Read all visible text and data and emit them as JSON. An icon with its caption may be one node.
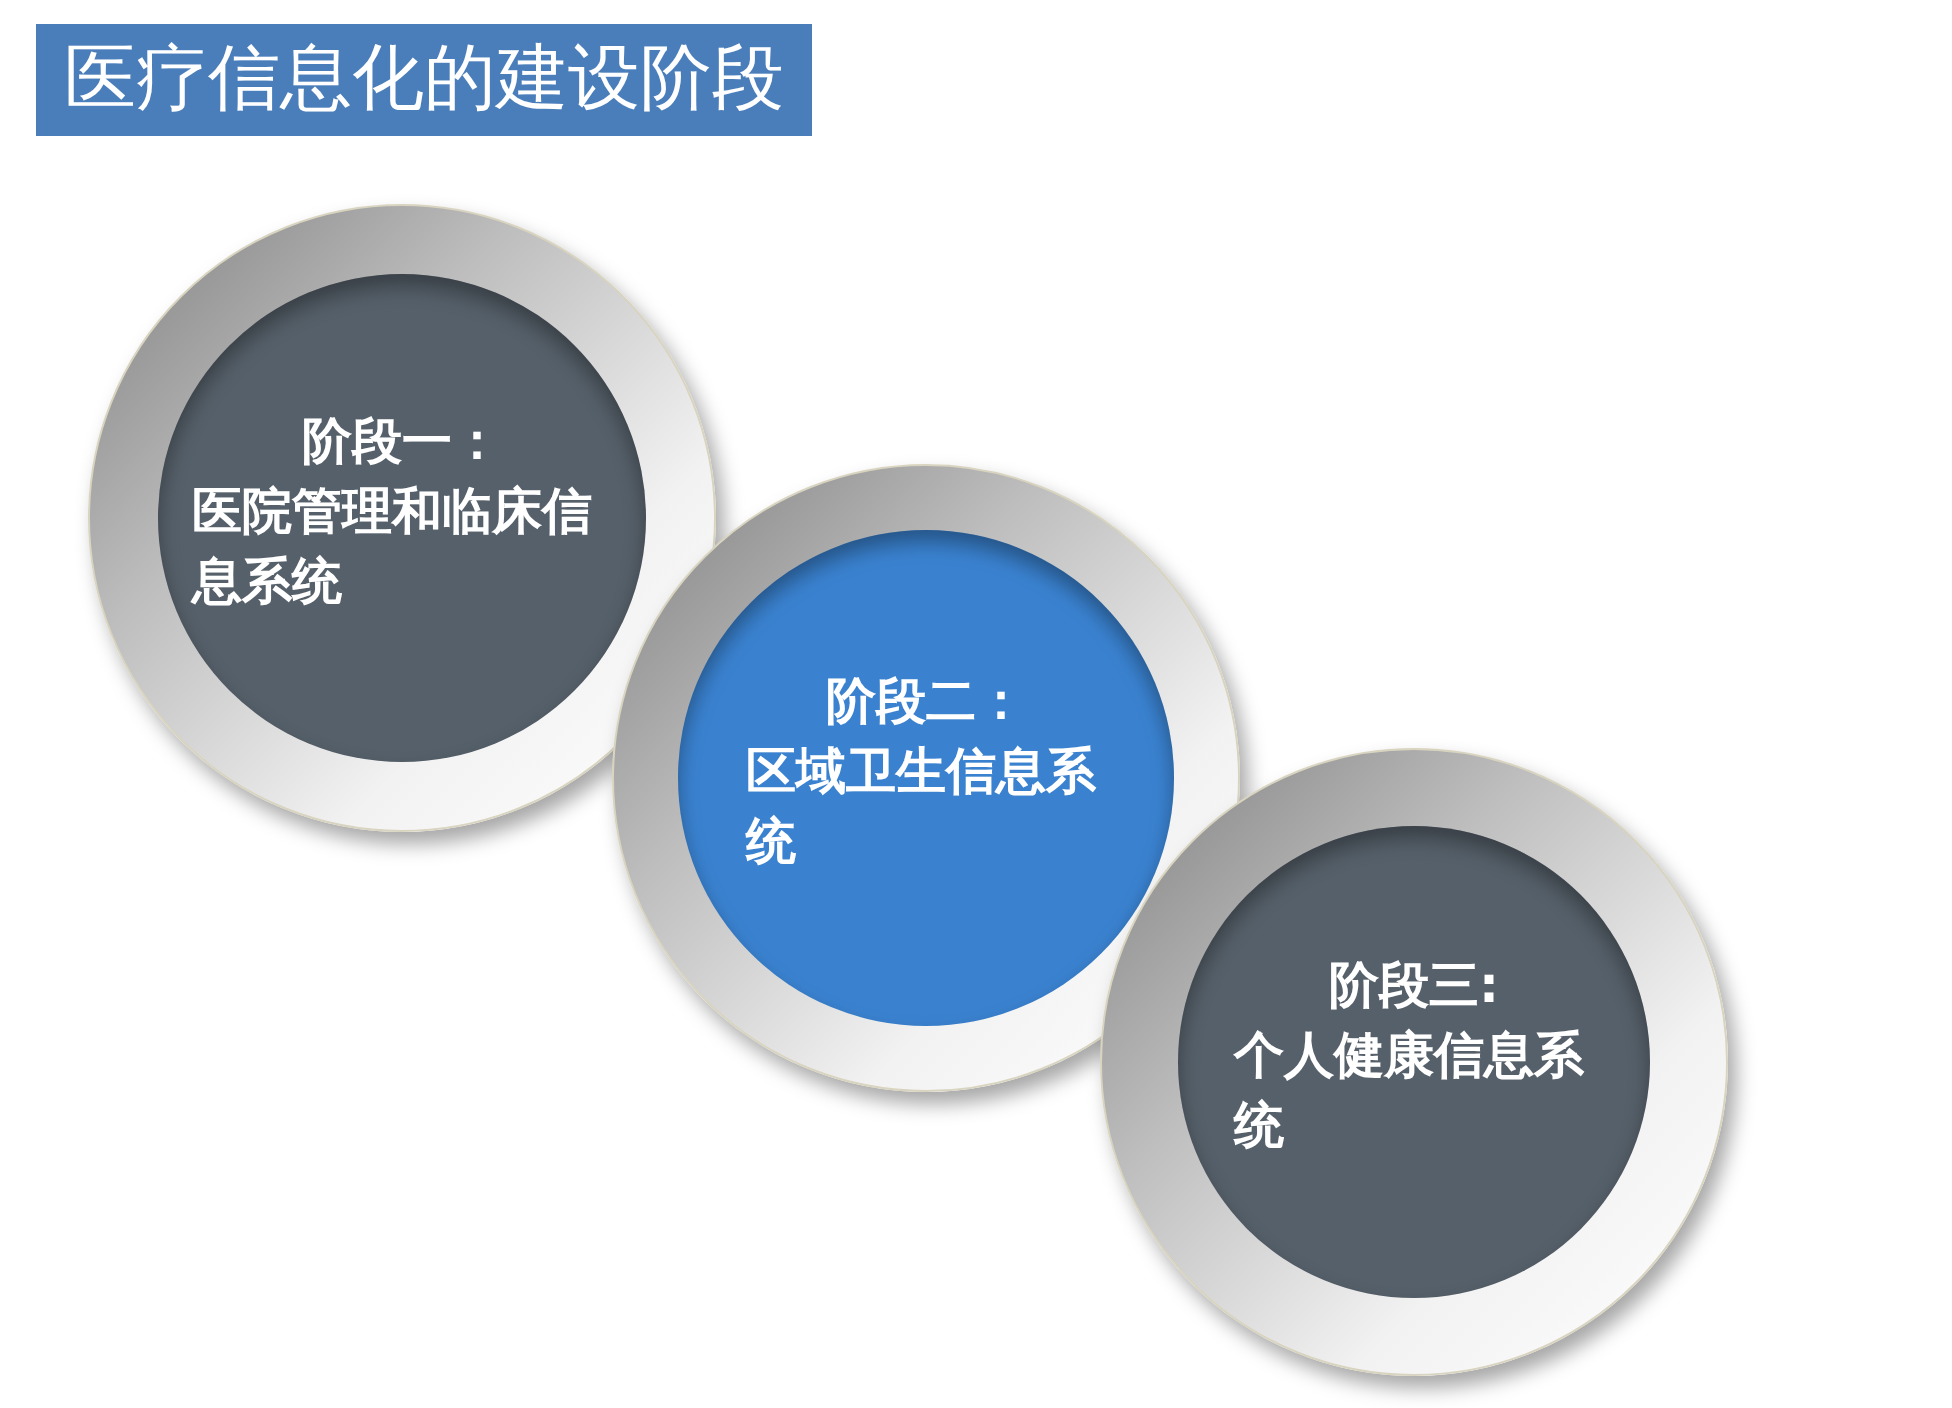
{
  "diagram": {
    "title": "医疗信息化的建设阶段",
    "nodes": [
      {
        "text": [
          "阶段一：",
          "医院管理和临床信息系统"
        ]
      },
      {
        "text": [
          "阶段二：",
          "区域卫生信息系统"
        ]
      },
      {
        "text": [
          "阶段三:",
          "个人健康信息系统"
        ]
      }
    ],
    "edges": []
  }
}
